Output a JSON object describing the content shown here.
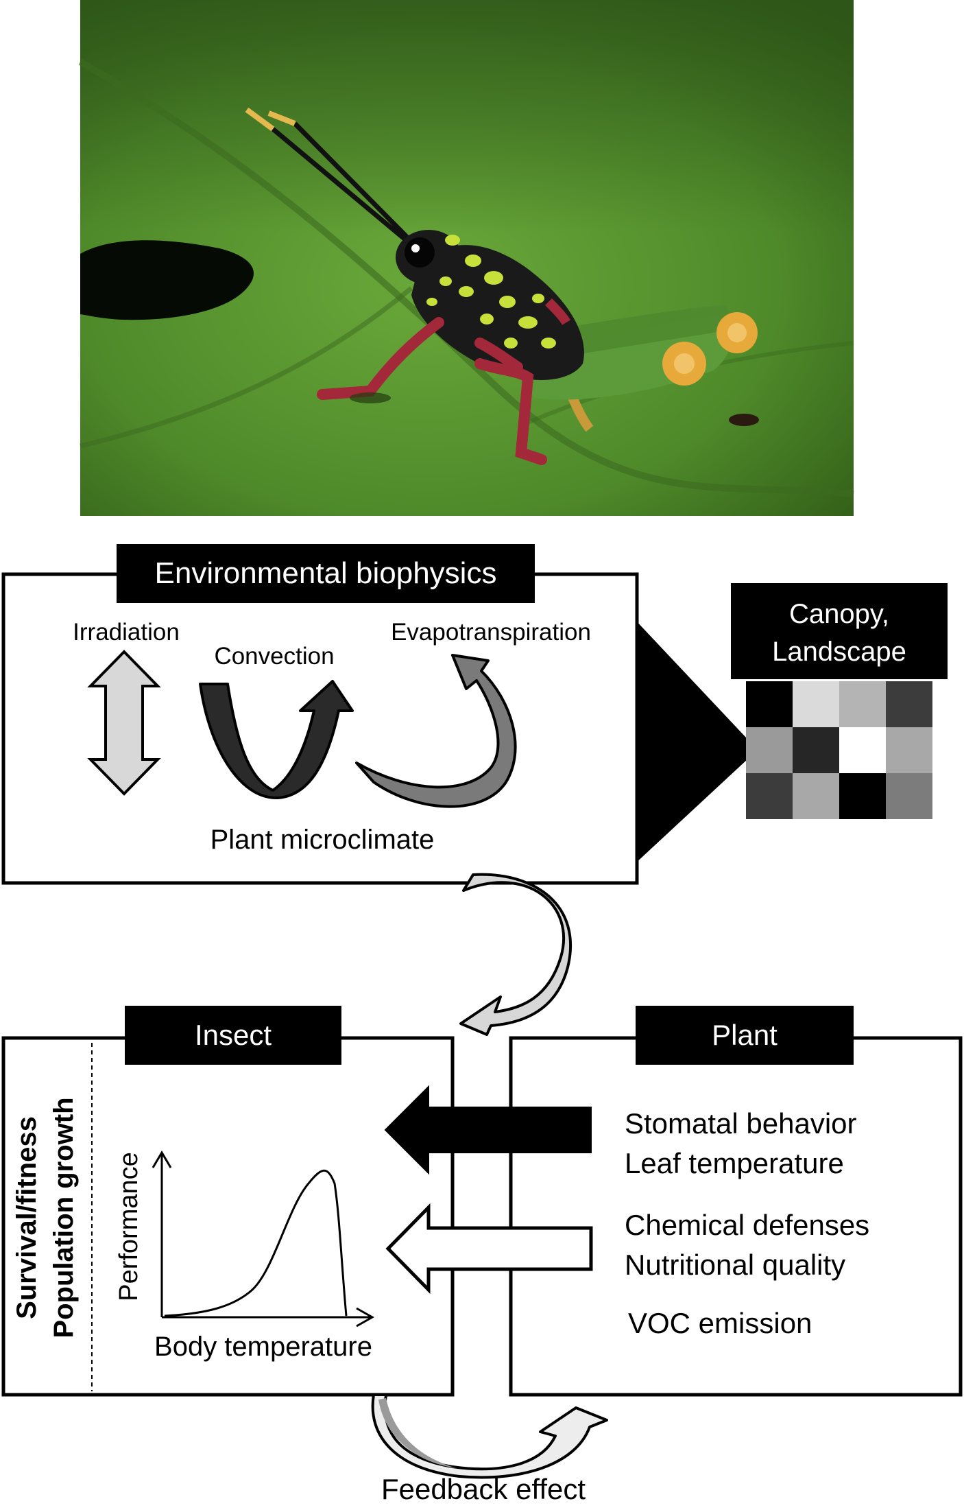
{
  "photo": {
    "subject": "grasshopper-on-leaf",
    "colors": {
      "leaf": "#4f8a2a",
      "leaf_dark": "#2f5a16",
      "body": "#1a1a1a",
      "spots": "#c8e03a",
      "leg": "#a3283a",
      "wing": "#5c9a3a",
      "tip": "#e6a93a"
    }
  },
  "env": {
    "title": "Environmental biophysics",
    "irradiation": "Irradiation",
    "convection": "Convection",
    "evapotranspiration": "Evapotranspiration",
    "microclimate": "Plant microclimate"
  },
  "canopy": {
    "title_line1": "Canopy,",
    "title_line2": "Landscape",
    "grid": [
      [
        "#000000",
        "#dadada",
        "#b4b4b4",
        "#3c3c3c"
      ],
      [
        "#9a9a9a",
        "#262626",
        "#ffffff",
        "#a8a8a8"
      ],
      [
        "#3c3c3c",
        "#a8a8a8",
        "#000000",
        "#7c7c7c"
      ]
    ]
  },
  "insect": {
    "title": "Insect",
    "side_line1": "Survival/fitness",
    "side_line2": "Population growth",
    "y_label": "Performance",
    "x_label": "Body temperature"
  },
  "plant": {
    "title": "Plant",
    "items": [
      "Stomatal behavior",
      "Leaf temperature",
      "Chemical defenses",
      "Nutritional quality",
      "VOC emission"
    ]
  },
  "feedback": {
    "label": "Feedback effect"
  },
  "colors": {
    "ink": "#000000",
    "arrow_light": "#d8d8d8",
    "arrow_dark": "#2a2a2a",
    "arrow_mid": "#7a7a7a"
  }
}
